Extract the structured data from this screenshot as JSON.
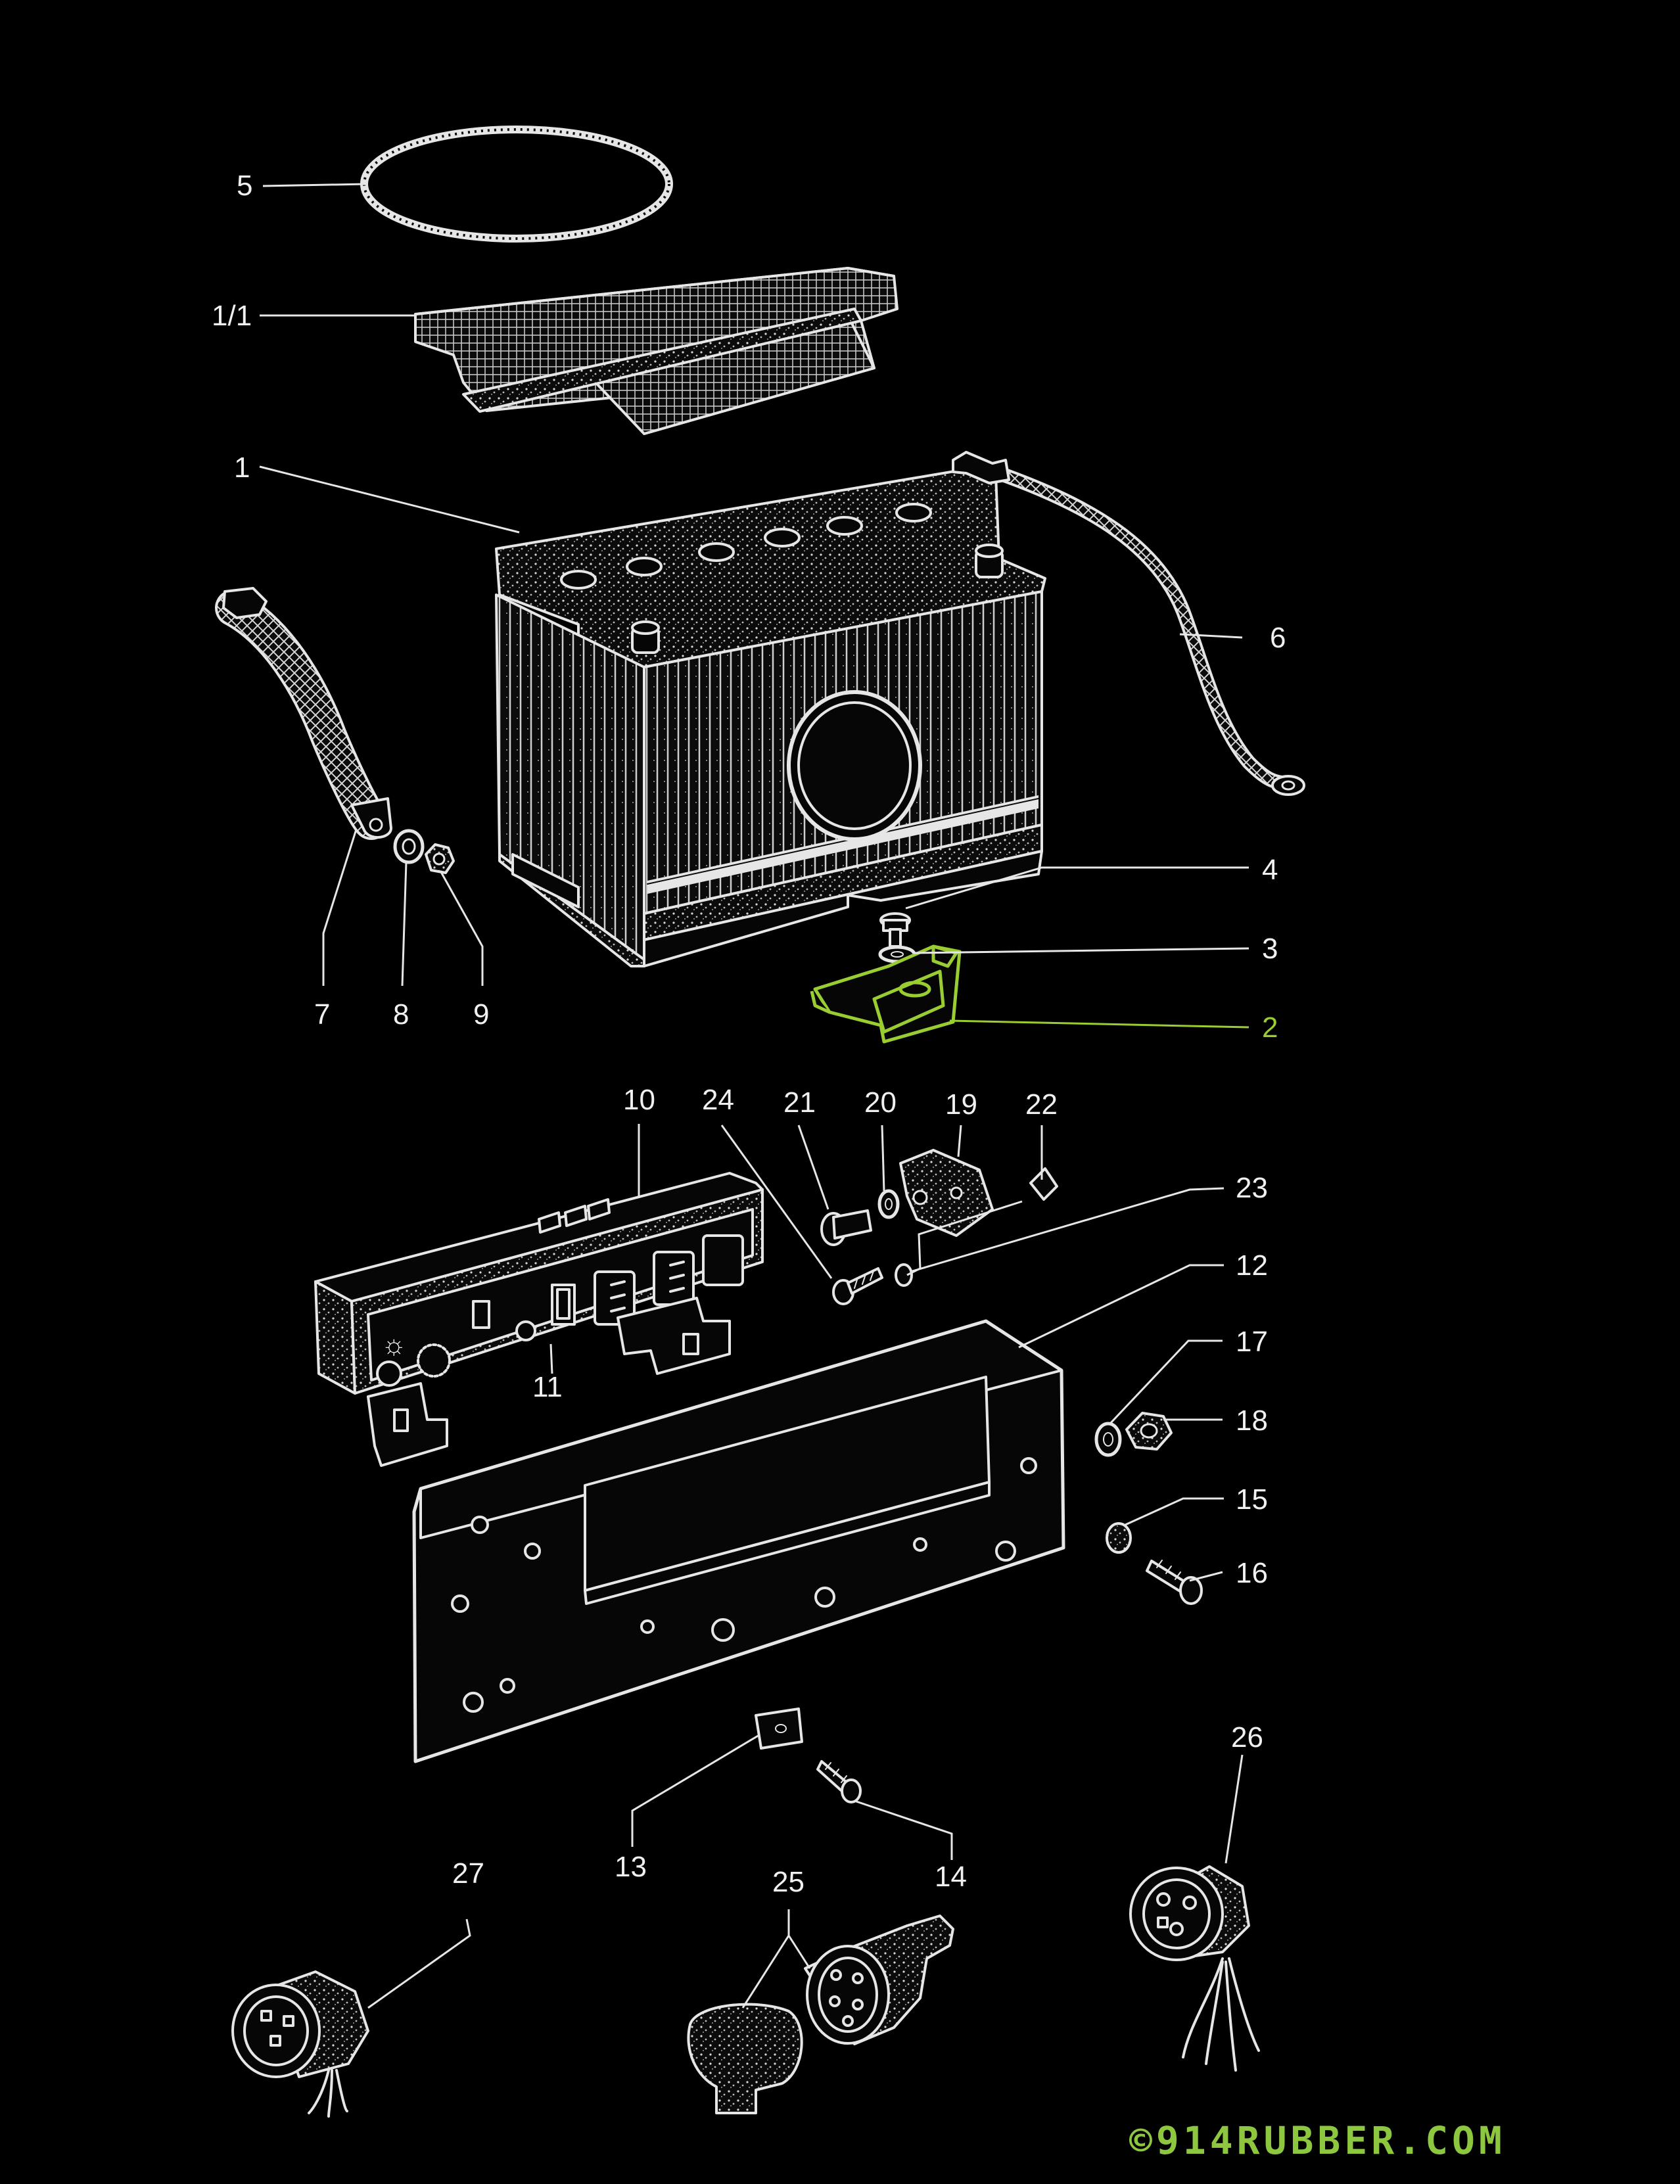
{
  "highlight_color": "#9ACD32",
  "watermark": {
    "text": "©914RUBBER.COM"
  },
  "callouts": {
    "c5": "5",
    "c1_1": "1/1",
    "c1": "1",
    "c6": "6",
    "c4": "4",
    "c3": "3",
    "c2": "2",
    "c7": "7",
    "c8": "8",
    "c9": "9",
    "c10": "10",
    "c24": "24",
    "c21": "21",
    "c20": "20",
    "c19": "19",
    "c22": "22",
    "c23": "23",
    "c12": "12",
    "c11": "11",
    "c17": "17",
    "c18": "18",
    "c15": "15",
    "c16": "16",
    "c26": "26",
    "c13": "13",
    "c14": "14",
    "c27": "27",
    "c25": "25"
  }
}
